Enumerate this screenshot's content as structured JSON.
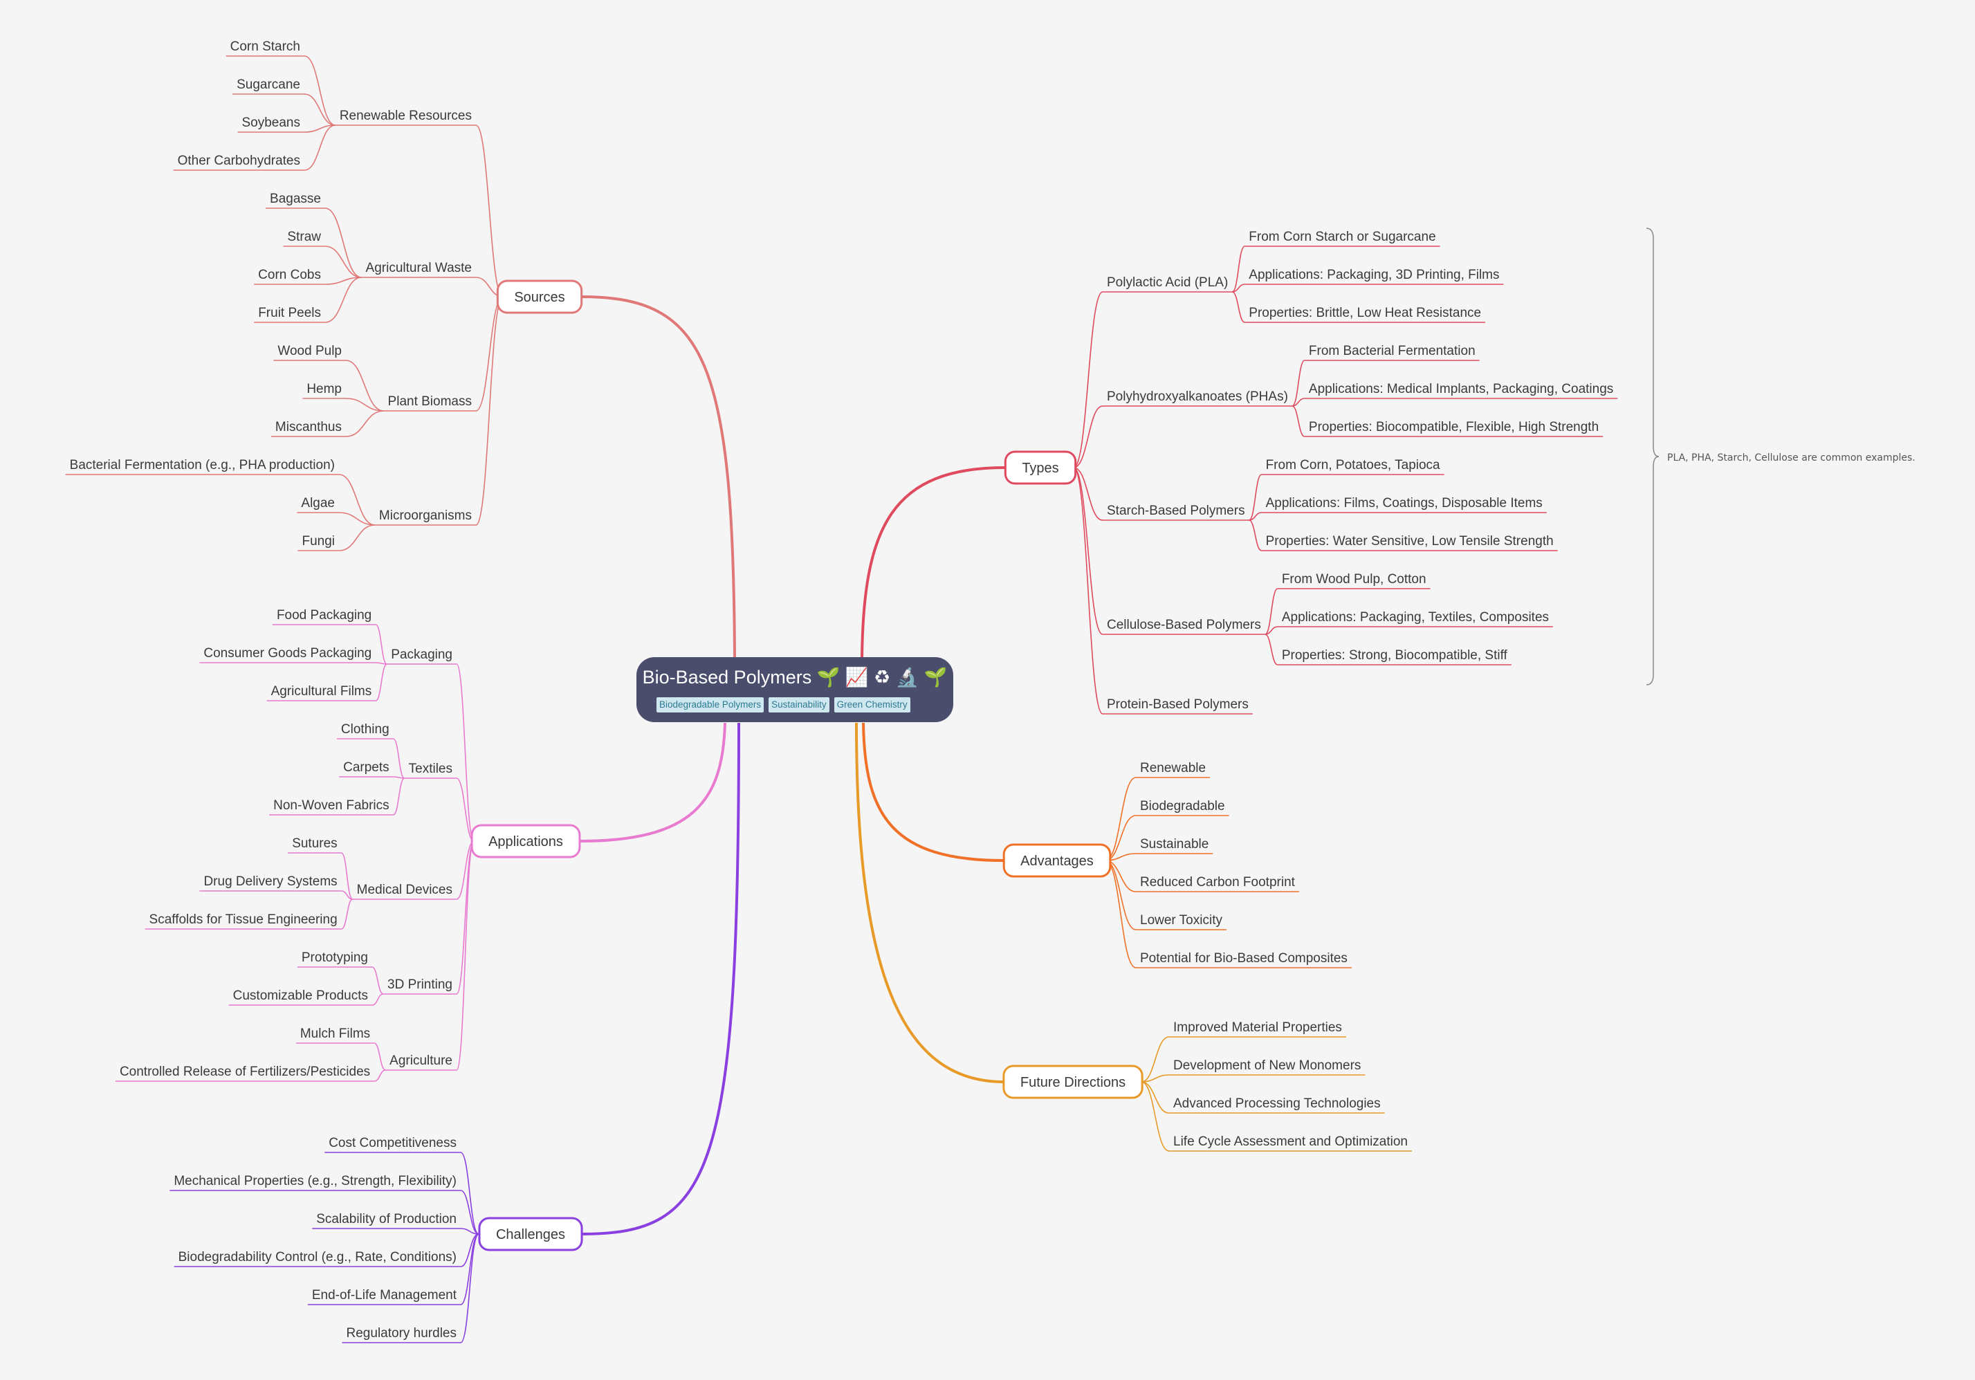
{
  "central": {
    "title": "Bio-Based Polymers 🌱 📈 ♻ 🔬 🌱",
    "tags": [
      "Biodegradable Polymers",
      "Sustainability",
      "Green Chemistry"
    ]
  },
  "colors": {
    "background": "#f5f5f5",
    "central": "#4a4d6b",
    "tag_bg": "#cfe8ef",
    "tag_text": "#2c7a93",
    "sources": "#e07878",
    "applications": "#e87ad0",
    "challenges": "#8a3fe0",
    "types": "#e04a5e",
    "advantages": "#f07028",
    "future": "#e89a28"
  },
  "branches": {
    "sources": {
      "label": "Sources",
      "children": [
        {
          "label": "Renewable Resources",
          "children": [
            "Corn Starch",
            "Sugarcane",
            "Soybeans",
            "Other Carbohydrates"
          ]
        },
        {
          "label": "Agricultural Waste",
          "children": [
            "Bagasse",
            "Straw",
            "Corn Cobs",
            "Fruit Peels"
          ]
        },
        {
          "label": "Plant Biomass",
          "children": [
            "Wood Pulp",
            "Hemp",
            "Miscanthus"
          ]
        },
        {
          "label": "Microorganisms",
          "children": [
            "Bacterial Fermentation (e.g., PHA production)",
            "Algae",
            "Fungi"
          ]
        }
      ]
    },
    "applications": {
      "label": "Applications",
      "children": [
        {
          "label": "Packaging",
          "children": [
            "Food Packaging",
            "Consumer Goods Packaging",
            "Agricultural Films"
          ]
        },
        {
          "label": "Textiles",
          "children": [
            "Clothing",
            "Carpets",
            "Non-Woven Fabrics"
          ]
        },
        {
          "label": "Medical Devices",
          "children": [
            "Sutures",
            "Drug Delivery Systems",
            "Scaffolds for Tissue Engineering"
          ]
        },
        {
          "label": "3D Printing",
          "children": [
            "Prototyping",
            "Customizable Products"
          ]
        },
        {
          "label": "Agriculture",
          "children": [
            "Mulch Films",
            "Controlled Release of Fertilizers/Pesticides"
          ]
        }
      ]
    },
    "challenges": {
      "label": "Challenges",
      "children": [
        "Cost Competitiveness",
        "Mechanical Properties (e.g., Strength, Flexibility)",
        "Scalability of Production",
        "Biodegradability Control (e.g., Rate, Conditions)",
        "End-of-Life Management",
        "Regulatory hurdles"
      ]
    },
    "types": {
      "label": "Types",
      "note": "PLA, PHA, Starch, Cellulose are common examples.",
      "children": [
        {
          "label": "Polylactic Acid (PLA)",
          "children": [
            "From Corn Starch or Sugarcane",
            "Applications: Packaging, 3D Printing, Films",
            "Properties: Brittle, Low Heat Resistance"
          ]
        },
        {
          "label": "Polyhydroxyalkanoates (PHAs)",
          "children": [
            "From Bacterial Fermentation",
            "Applications: Medical Implants, Packaging, Coatings",
            "Properties: Biocompatible, Flexible, High Strength"
          ]
        },
        {
          "label": "Starch-Based Polymers",
          "children": [
            "From Corn, Potatoes, Tapioca",
            "Applications: Films, Coatings, Disposable Items",
            "Properties: Water Sensitive, Low Tensile Strength"
          ]
        },
        {
          "label": "Cellulose-Based Polymers",
          "children": [
            "From Wood Pulp, Cotton",
            "Applications: Packaging, Textiles, Composites",
            "Properties: Strong, Biocompatible, Stiff"
          ]
        },
        {
          "label": "Protein-Based Polymers",
          "children": []
        }
      ]
    },
    "advantages": {
      "label": "Advantages",
      "children": [
        "Renewable",
        "Biodegradable",
        "Sustainable",
        "Reduced Carbon Footprint",
        "Lower Toxicity",
        "Potential for Bio-Based Composites"
      ]
    },
    "future": {
      "label": "Future Directions",
      "children": [
        "Improved Material Properties",
        "Development of New Monomers",
        "Advanced Processing Technologies",
        "Life Cycle Assessment and Optimization"
      ]
    }
  }
}
